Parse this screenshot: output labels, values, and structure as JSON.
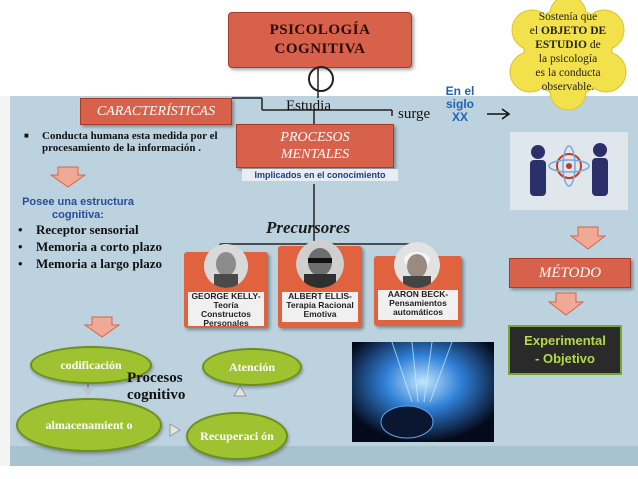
{
  "title": {
    "line1": "PSICOLOGÍA",
    "line2": "COGNITIVA"
  },
  "connectors": {
    "studies": "Estudia",
    "arises": "surge",
    "century": [
      "En el",
      "siglo",
      "XX"
    ]
  },
  "thought_bubble": {
    "line1": "Sostenía que",
    "line2_pre": "el",
    "line2_bold": "OBJETO DE",
    "line3_bold": "ESTUDIO",
    "line3_post": "de",
    "line4": "la psicología",
    "line5": "es la conducta",
    "line6": "observable."
  },
  "characteristics": {
    "label": "CARACTERÍSTICAS",
    "bullet": "Conducta humana esta medida por el procesamiento de la información .",
    "structure_heading": "Posee una estructura cognitiva:",
    "items": [
      "Receptor sensorial",
      "Memoria a corto plazo",
      "Memoria a largo plazo"
    ]
  },
  "mental_processes": {
    "label_line1": "PROCESOS",
    "label_line2": "MENTALES",
    "implied": "Implicados en el conocimiento"
  },
  "precursors": {
    "heading": "Precursores",
    "people": [
      {
        "name": "GEORGE KELLY- Teoría Constructos Personales"
      },
      {
        "name": "ALBERT ELLIS- Terapia Racional Emotiva"
      },
      {
        "name": "AARON BECK- Pensamientos automáticos"
      }
    ]
  },
  "method": {
    "label": "MÉTODO",
    "value_line1": "Experimental",
    "value_line2": "- Objetivo"
  },
  "cognitive_processes": {
    "label_line1": "Procesos",
    "label_line2": "cognitivo",
    "items": [
      "codificación",
      "Atención",
      "almacenamient o",
      "Recuperaci ón"
    ]
  },
  "colors": {
    "accent_red": "#d8614b",
    "panel_blue": "#bcd3df",
    "oval_green": "#9fc230",
    "bubble_yellow": "#f2e14a",
    "text_blue": "#284d99"
  },
  "icons": [
    "arrow-down-icon",
    "arrow-right-icon",
    "thought-bubble-icon",
    "portrait-icon",
    "people-discussion-image",
    "brain-image"
  ]
}
